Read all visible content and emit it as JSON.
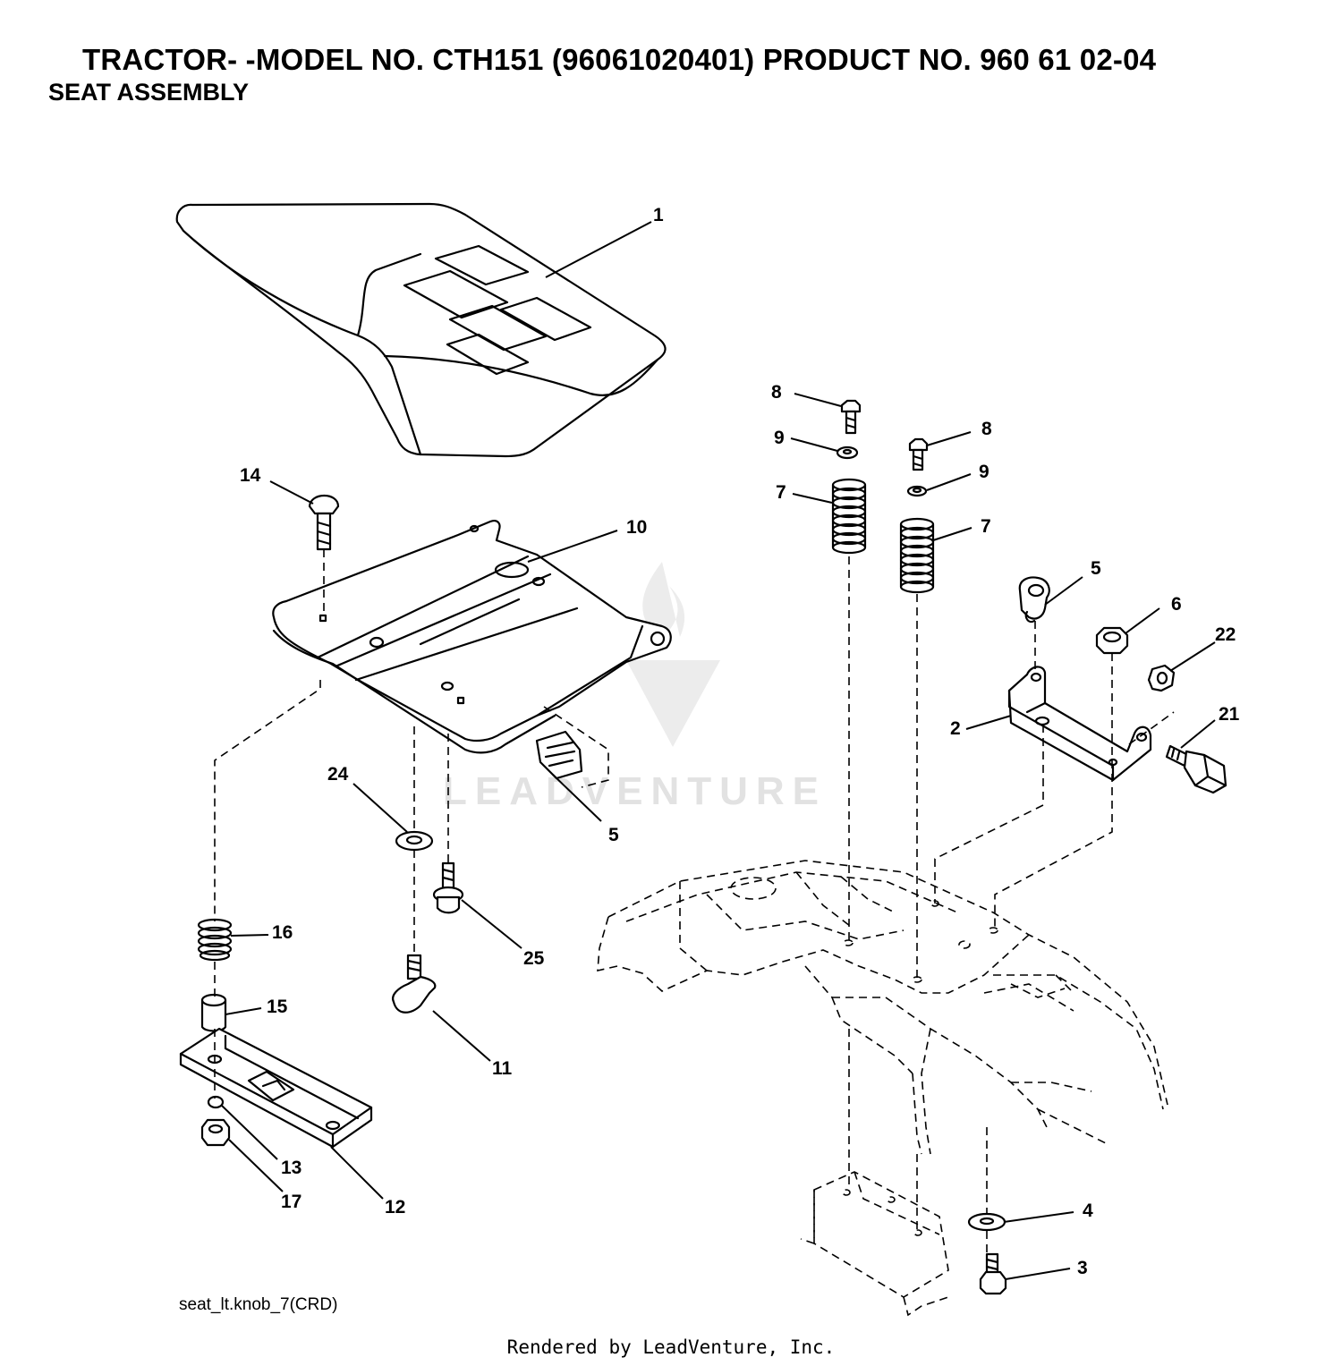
{
  "header": {
    "title": "TRACTOR- -MODEL NO. CTH151 (96061020401) PRODUCT NO. 960 61 02-04",
    "subtitle": "SEAT ASSEMBLY"
  },
  "watermark": "LEADVENTURE",
  "footer": {
    "drawing_ref": "seat_lt.knob_7(CRD)",
    "rendered_by": "Rendered by LeadVenture, Inc."
  },
  "callouts": [
    "1",
    "14",
    "10",
    "24",
    "5",
    "16",
    "25",
    "15",
    "11",
    "13",
    "12",
    "17",
    "8",
    "9",
    "7",
    "8",
    "9",
    "7",
    "5",
    "6",
    "22",
    "2",
    "21",
    "4",
    "3"
  ]
}
